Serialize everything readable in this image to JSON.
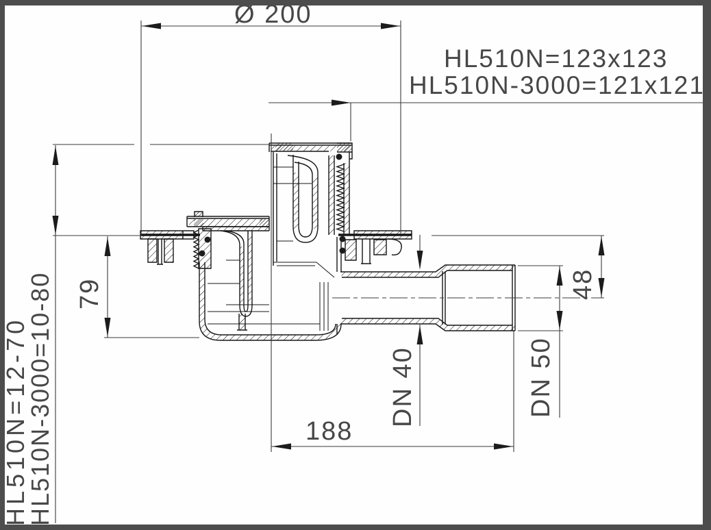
{
  "colors": {
    "frame": "#4d4d4d",
    "paper": "#fefefe",
    "ink": "#161616",
    "dim": "#3a3a3a",
    "text": "#474747"
  },
  "labels": {
    "top_diameter": "Ø 200",
    "grate_hl510n": "HL510N=123x123",
    "grate_hl510n_3000": "HL510N-3000=121x121",
    "adjust_hl510n": "HL510N=12-70",
    "adjust_hl510n_3000": "HL510N-3000=10-80",
    "body_depth": "79",
    "outlet_dn40": "DN 40",
    "socket_dn50": "DN 50",
    "outlet_length": "188",
    "outlet_axis_offset": "48"
  }
}
